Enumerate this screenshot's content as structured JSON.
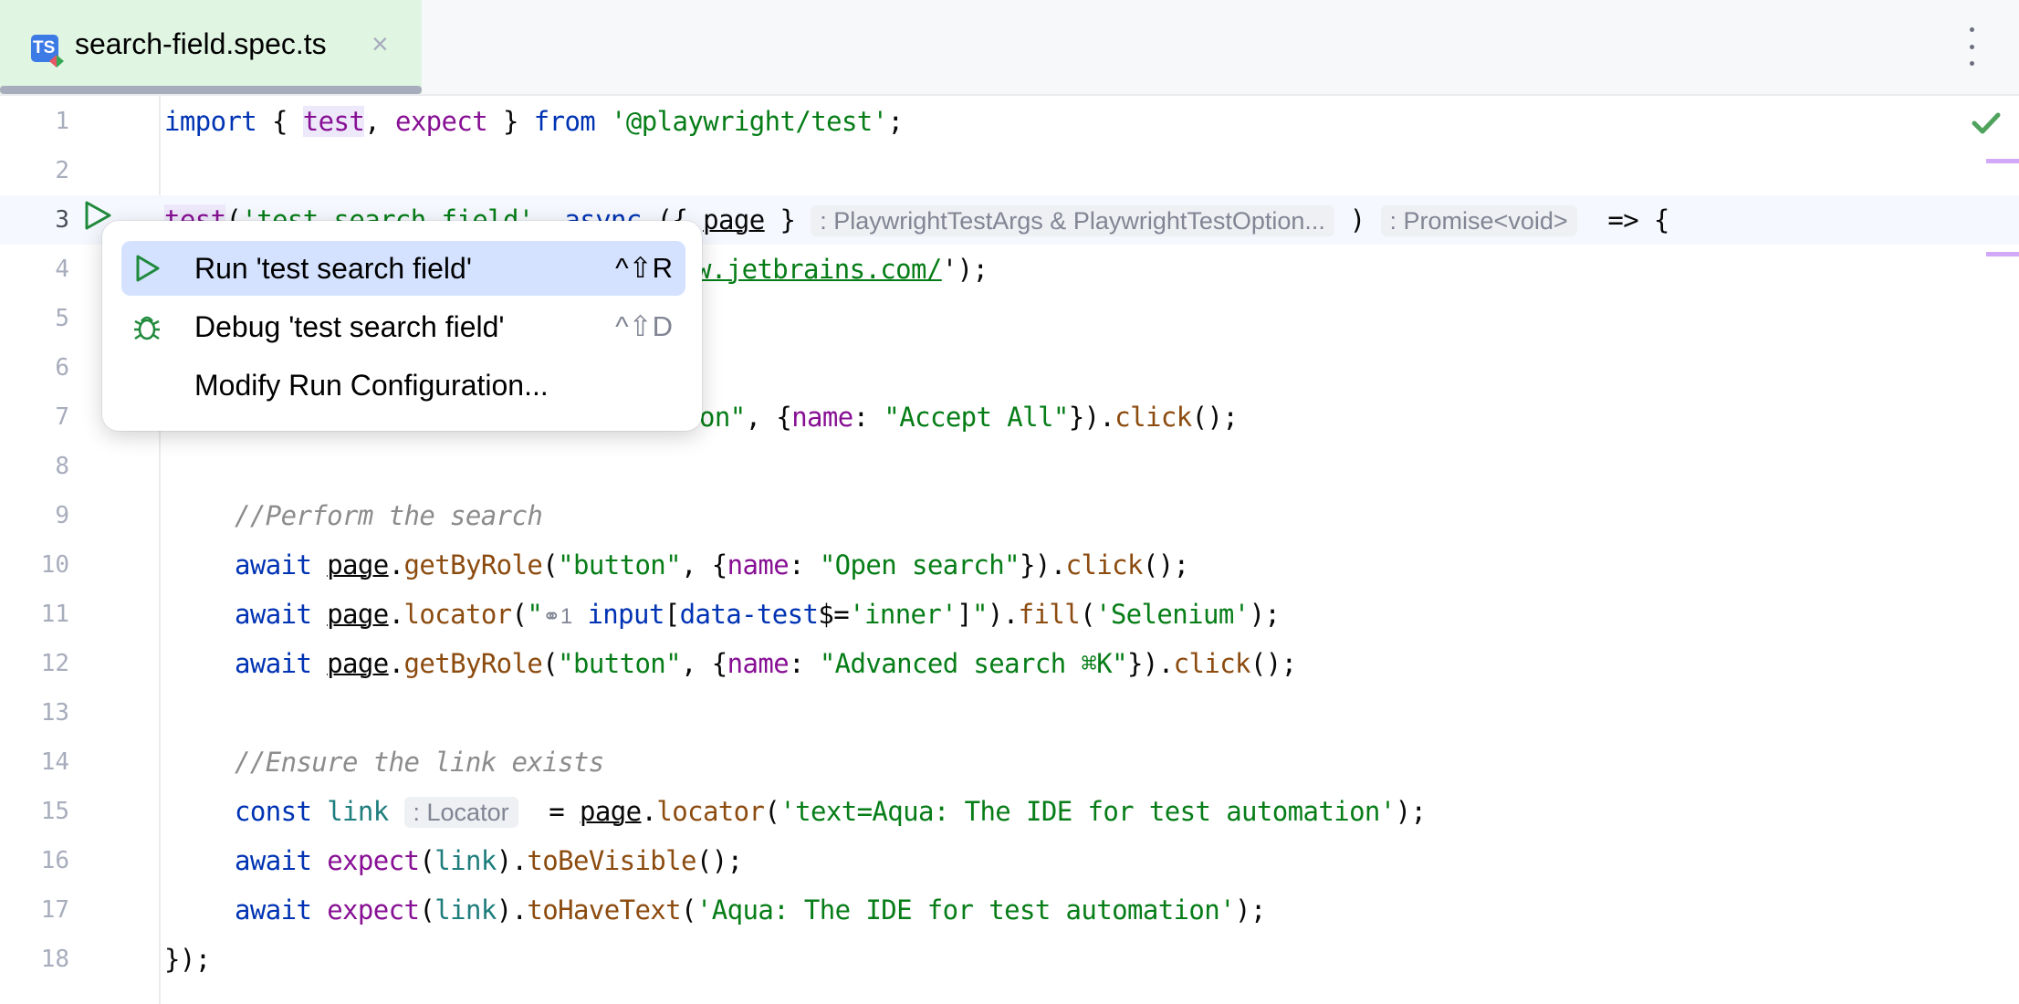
{
  "tab": {
    "file_name": "search-field.spec.ts",
    "icon": "typescript-test-icon",
    "close": "×",
    "more_icon": "kebab-menu-icon"
  },
  "editor": {
    "status_icon": "check-icon",
    "lines": [
      {
        "n": "1"
      },
      {
        "n": "2"
      },
      {
        "n": "3"
      },
      {
        "n": "4"
      },
      {
        "n": "5"
      },
      {
        "n": "6"
      },
      {
        "n": "7"
      },
      {
        "n": "8"
      },
      {
        "n": "9"
      },
      {
        "n": "10"
      },
      {
        "n": "11"
      },
      {
        "n": "12"
      },
      {
        "n": "13"
      },
      {
        "n": "14"
      },
      {
        "n": "15"
      },
      {
        "n": "16"
      },
      {
        "n": "17"
      },
      {
        "n": "18"
      }
    ],
    "code": {
      "l1": {
        "import": "import",
        "b1": " { ",
        "test": "test",
        "comma": ", ",
        "expect": "expect",
        "b2": " } ",
        "from": "from",
        "sp": " ",
        "mod": "'@playwright/test'",
        "semi": ";"
      },
      "l3": {
        "test": "test",
        "p1": "(",
        "name": "'test search field'",
        "comma": ", ",
        "async": "async",
        "p2": " ({ ",
        "page": "page",
        "p3": " } ",
        "hint1": ": PlaywrightTestArgs & PlaywrightTestOption...",
        "p4": " ) ",
        "hint2": ": Promise<void>",
        "arrow": "  => {"
      },
      "l4": {
        "url": "w.jetbrains.com/",
        "end": "');"
      },
      "l7": {
        "s1": "on\"",
        "c": ", {",
        "prop": "name",
        "colon": ": ",
        "val": "\"Accept All\"",
        "close": "}).",
        "click": "click",
        "end": "();"
      },
      "l9": {
        "comment": "//Perform the search"
      },
      "l10": {
        "await": "await",
        "page": "page",
        "dot": ".",
        "meth": "getByRole",
        "p1": "(",
        "s1": "\"button\"",
        "c": ", {",
        "prop": "name",
        "colon": ": ",
        "val": "\"Open search\"",
        "close": "}).",
        "click": "click",
        "end": "();"
      },
      "l11": {
        "await": "await",
        "page": "page",
        "dot": ".",
        "meth": "locator",
        "p1": "(",
        "q": "\"",
        "badge": "1",
        "tag": "input",
        "br1": "[",
        "attr": "data-test",
        "op": "$=",
        "val": "'inner'",
        "br2": "]",
        "q2": "\"",
        "p2": ").",
        "fill": "fill",
        "p3": "(",
        "arg": "'Selenium'",
        "end": ");"
      },
      "l12": {
        "await": "await",
        "page": "page",
        "dot": ".",
        "meth": "getByRole",
        "p1": "(",
        "s1": "\"button\"",
        "c": ", {",
        "prop": "name",
        "colon": ": ",
        "val": "\"Advanced search ⌘K\"",
        "close": "}).",
        "click": "click",
        "end": "();"
      },
      "l14": {
        "comment": "//Ensure the link exists"
      },
      "l15": {
        "const": "const",
        "link": "link",
        "hint": ": Locator",
        "eq": "  = ",
        "page": "page",
        "dot": ".",
        "meth": "locator",
        "p1": "(",
        "arg": "'text=Aqua: The IDE for test automation'",
        "end": ");"
      },
      "l16": {
        "await": "await",
        "expect": "expect",
        "p1": "(",
        "link": "link",
        "p2": ").",
        "meth": "toBeVisible",
        "end": "();"
      },
      "l17": {
        "await": "await",
        "expect": "expect",
        "p1": "(",
        "link": "link",
        "p2": ").",
        "meth": "toHaveText",
        "p3": "(",
        "arg": "'Aqua: The IDE for test automation'",
        "end": ");"
      },
      "l18": {
        "end": "});"
      }
    }
  },
  "popup": {
    "items": [
      {
        "label": "Run 'test search field'",
        "shortcut": "^⇧R",
        "icon": "run-icon",
        "selected": true
      },
      {
        "label": "Debug 'test search field'",
        "shortcut": "^⇧D",
        "icon": "debug-icon",
        "selected": false
      },
      {
        "label": "Modify Run Configuration...",
        "shortcut": "",
        "icon": "",
        "selected": false
      }
    ]
  },
  "colors": {
    "tab_bg": "#e1f5e3",
    "selection": "#d4e2ff",
    "run_green": "#208a3c",
    "keyword": "#0033b3",
    "string": "#067d17",
    "function": "#871094",
    "method": "#8c4b0f"
  }
}
